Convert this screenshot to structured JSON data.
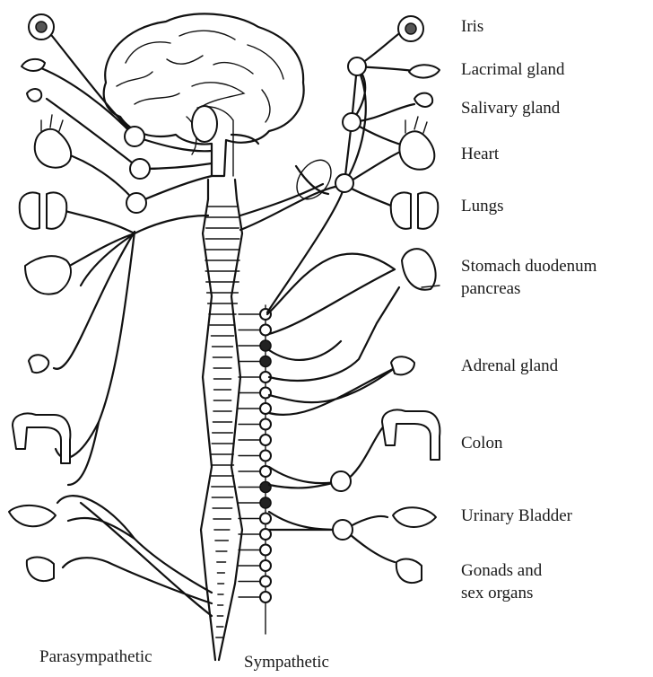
{
  "organ_labels": {
    "iris": "Iris",
    "lacrimal": "Lacrimal gland",
    "salivary": "Salivary gland",
    "heart": "Heart",
    "lungs": "Lungs",
    "stomach_1": "Stomach duodenum",
    "stomach_2": "pancreas",
    "adrenal": "Adrenal gland",
    "colon": "Colon",
    "bladder": "Urinary Bladder",
    "gonads_1": "Gonads and",
    "gonads_2": "sex organs"
  },
  "division_labels": {
    "left": "Parasympathetic",
    "right": "Sympathetic"
  }
}
